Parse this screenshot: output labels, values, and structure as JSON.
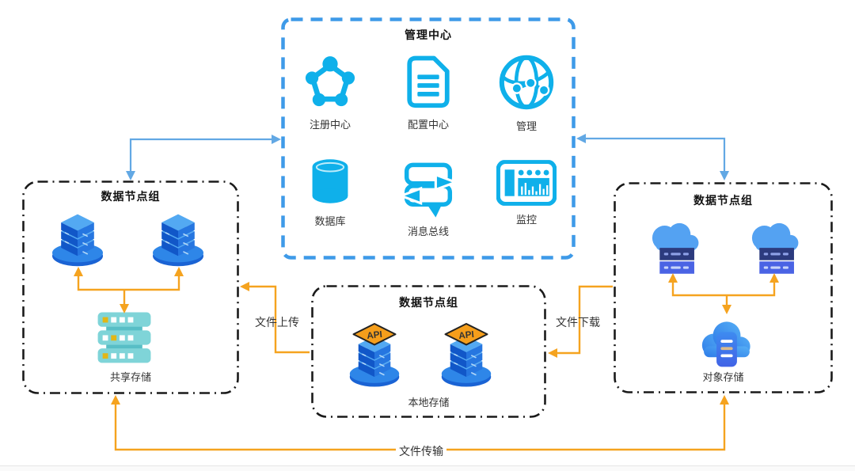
{
  "diagram": {
    "management_center": {
      "title": "管理中心",
      "items": [
        {
          "label": "注册中心",
          "icon": "registry-icon"
        },
        {
          "label": "配置中心",
          "icon": "config-doc-icon"
        },
        {
          "label": "管理",
          "icon": "globe-network-icon"
        },
        {
          "label": "数据库",
          "icon": "database-icon"
        },
        {
          "label": "消息总线",
          "icon": "message-bus-icon"
        },
        {
          "label": "监控",
          "icon": "monitor-dashboard-icon"
        }
      ]
    },
    "node_groups": {
      "left": {
        "title": "数据节点组",
        "node_icons": [
          "server-stack-icon",
          "server-stack-icon"
        ],
        "storage_icon": "shared-storage-rack-icon",
        "storage_label": "共享存储"
      },
      "middle": {
        "title": "数据节点组",
        "node_icons": [
          "api-server-stack-icon",
          "api-server-stack-icon"
        ],
        "api_badge": "API",
        "storage_label": "本地存储"
      },
      "right": {
        "title": "数据节点组",
        "node_icons": [
          "cloud-server-icon",
          "cloud-server-icon"
        ],
        "storage_icon": "object-storage-cloud-icon",
        "storage_label": "对象存储"
      }
    },
    "edges": {
      "upload": "文件上传",
      "download": "文件下载",
      "transfer": "文件传输"
    },
    "colors": {
      "icon_cyan": "#0FB0EA",
      "mgmt_border_blue": "#3E9AE8",
      "arrow_blue": "#62A8E4",
      "arrow_orange": "#F5A31F",
      "group_border_black": "#1A1A1A"
    }
  }
}
